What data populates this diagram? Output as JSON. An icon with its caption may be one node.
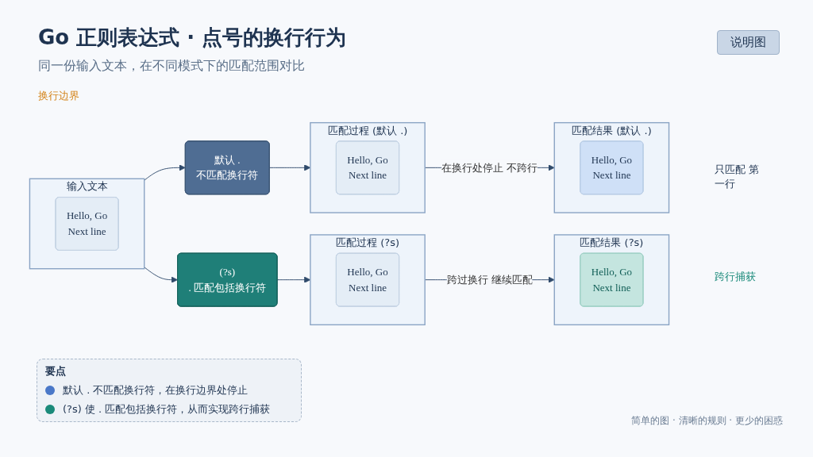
{
  "diagram": {
    "title": "Go 正则表达式 · 点号的换行行为",
    "caption": "简单的图 · 清晰的规则 · 更少的困惑",
    "nodes": [
      {
        "text": [
          "输入文本"
        ]
      },
      {
        "text": [
          "Hello, Go",
          "Next line"
        ],
        "in": 0
      },
      {
        "text": [
          "默认 .",
          "不匹配换行符"
        ]
      },
      {
        "text": [
          "(?s)",
          ". 匹配包括换行符"
        ]
      },
      {
        "text": [
          "匹配过程 (默认 .)"
        ]
      },
      {
        "text": [
          "Hello, Go",
          "Next line"
        ],
        "in": 4
      },
      {
        "text": [
          "匹配过程 (?s)"
        ]
      },
      {
        "text": [
          "Hello, Go",
          "Next line"
        ],
        "in": 6
      },
      {
        "text": [
          "匹配结果 (默认 .)"
        ]
      },
      {
        "text": [
          "Hello, Go",
          "Next line"
        ],
        "in": 8
      },
      {
        "text": [
          "匹配结果 (?s)"
        ]
      },
      {
        "text": [
          "Hello, Go",
          "Next line"
        ],
        "in": 10
      }
    ],
    "edges": [
      {
        "from": 0,
        "to": 2,
        "arrow": "to"
      },
      {
        "from": 0,
        "to": 3,
        "arrow": "to"
      },
      {
        "from": 2,
        "to": 4,
        "arrow": "to"
      },
      {
        "from": 3,
        "to": 6,
        "arrow": "to"
      },
      {
        "from": 4,
        "to": 8,
        "arrow": "to",
        "label": "在换行处停止 不跨行"
      },
      {
        "from": 6,
        "to": 10,
        "arrow": "to",
        "label": "跨过换行 继续匹配"
      }
    ],
    "labels": [
      "说明图",
      "同一份输入文本，在不同模式下的匹配范围对比",
      "换行边界",
      "只匹配 第一行",
      "跨行捕获",
      "要点"
    ],
    "legend": [
      {
        "text": "默认 . 不匹配换行符，在换行边界处停止",
        "color": "#4a78c8"
      },
      {
        "text": "(?s) 使 . 匹配包括换行符，从而实现跨行捕获",
        "color": "#1a8a7a"
      }
    ]
  }
}
